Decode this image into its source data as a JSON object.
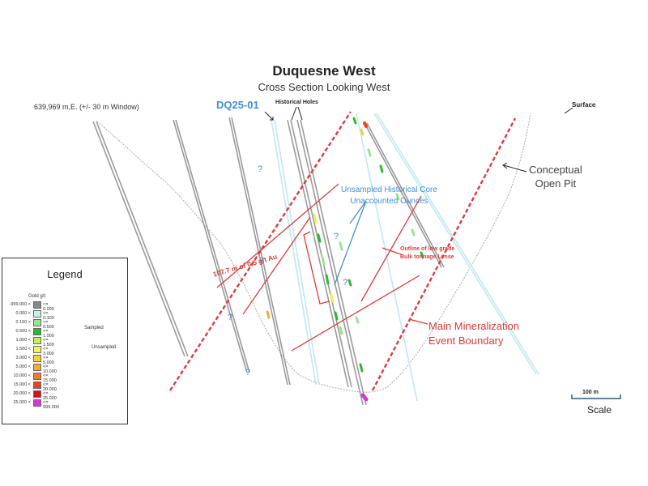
{
  "title": "Duquesne West",
  "subtitle": "Cross Section Looking West",
  "section_coordinate": "639,969 m,E. (+/- 30 m Window)",
  "drill_hole_label": "DQ25-01",
  "historical_holes_label": "Historical Holes",
  "surface_label": "Surface",
  "open_pit_label": [
    "Conceptual",
    "Open Pit"
  ],
  "unsampled_core_label": "Unsampled Historical Core",
  "unaccounted_label": "Unaccounted Ounces",
  "outline_label": [
    "Outline of low grade",
    "Bulk tonnage Lense"
  ],
  "intercept_label": "107.7 m of 0.5 g/t Au",
  "main_mineralization_label": [
    "Main Mineralization",
    "Event Boundary"
  ],
  "question_mark": "?",
  "scale_bar_label": "100 m",
  "scale_word": "Scale",
  "legend": {
    "title": "Legend",
    "unit": "Gold g/t",
    "sampled_label": "Sampled",
    "unsampled_label": "Unsampled",
    "rows": [
      {
        "from": "-999.000 <",
        "to": "<= 0.000",
        "color": "#888888"
      },
      {
        "from": "0.000 <",
        "to": "<= 0.100",
        "color": "#bff0f0"
      },
      {
        "from": "0.100 <",
        "to": "<= 0.500",
        "color": "#9be38f"
      },
      {
        "from": "0.500 <",
        "to": "<= 1.000",
        "color": "#2fb82f"
      },
      {
        "from": "1.000 <",
        "to": "<= 1.500",
        "color": "#c4ef5c"
      },
      {
        "from": "1.500 <",
        "to": "<= 3.000",
        "color": "#f3f35a"
      },
      {
        "from": "3.000 <",
        "to": "<= 5.000",
        "color": "#f6d23a"
      },
      {
        "from": "5.000 <",
        "to": "<= 10.000",
        "color": "#f7a93b"
      },
      {
        "from": "10.000 <",
        "to": "<= 15.000",
        "color": "#f07a2c"
      },
      {
        "from": "15.000 <",
        "to": "<= 20.000",
        "color": "#e8441f"
      },
      {
        "from": "20.000 <",
        "to": "<= 25.000",
        "color": "#d41515"
      },
      {
        "from": "25.000 <",
        "to": "<= 999.000",
        "color": "#d636d6"
      }
    ]
  },
  "colors": {
    "drill_trace": "#9a9a9a",
    "dq25_trace": "#bfe9ef",
    "red_boundary": "#e03a3a",
    "annotation_blue": "#3f8fd6"
  }
}
